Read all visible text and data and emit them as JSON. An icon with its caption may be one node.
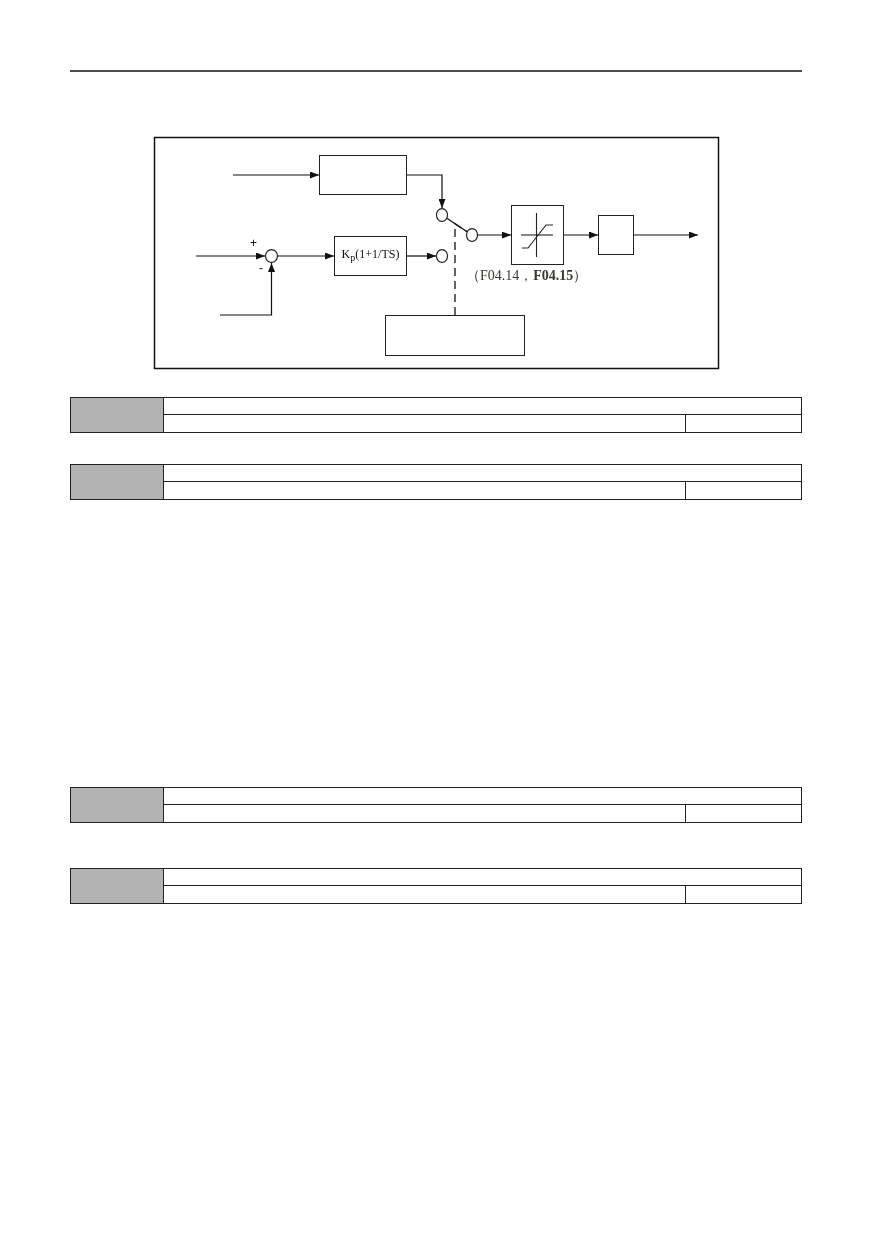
{
  "diagram": {
    "nodes": [
      {
        "text": [],
        "shape": "box"
      },
      {
        "text": [],
        "shape": "circle"
      },
      {
        "text": [
          "K$_{p}$(1+1/TS)"
        ]
      },
      {
        "text": [],
        "shape": "circle"
      },
      {
        "text": [],
        "shape": "circle"
      },
      {
        "text": [],
        "shape": "circle"
      },
      {
        "text": [],
        "shape": "box",
        "beside": [
          "（F04.14，**F04.15**）"
        ]
      },
      {
        "text": [],
        "shape": "box"
      },
      {
        "text": [],
        "shape": "box"
      }
    ],
    "edges": [
      {
        "from": null,
        "to": 0,
        "arrow": "to"
      },
      {
        "from": 0,
        "to": 3,
        "arrow": "to"
      },
      {
        "from": null,
        "to": 1,
        "arrow": "to",
        "label": "+"
      },
      {
        "from": null,
        "to": 1,
        "arrow": "to",
        "label": "-"
      },
      {
        "from": 1,
        "to": 2,
        "arrow": "to"
      },
      {
        "from": 2,
        "to": 4,
        "arrow": "to"
      },
      {
        "from": 3,
        "to": 5,
        "arrow": "none"
      },
      {
        "from": 5,
        "to": 6,
        "arrow": "to"
      },
      {
        "from": 6,
        "to": 7,
        "arrow": "to"
      },
      {
        "from": 7,
        "to": null,
        "arrow": "to"
      },
      {
        "from": 8,
        "to": 5,
        "arrow": "none",
        "style": "dashed"
      }
    ]
  }
}
